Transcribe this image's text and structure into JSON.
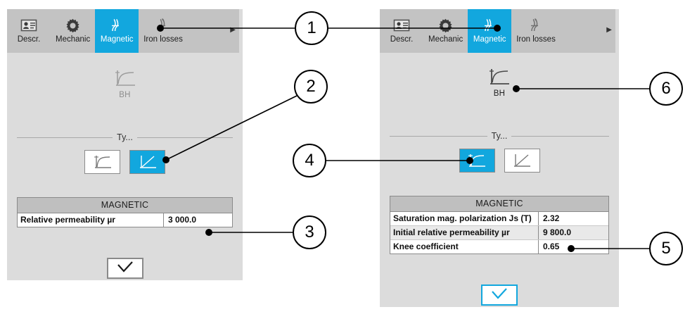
{
  "accent_color": "#12a7de",
  "panel_background": "#dcdcdc",
  "toolbar_background": "#c3c3c3",
  "panels": [
    {
      "id": "left",
      "tabs": [
        {
          "label": "Descr.",
          "icon": "id-card-icon",
          "selected": false
        },
        {
          "label": "Mechanic",
          "icon": "gear-icon",
          "selected": false
        },
        {
          "label": "Magnetic",
          "icon": "hysteresis-icon",
          "selected": true
        },
        {
          "label": "Iron losses",
          "icon": "iron-losses-icon",
          "selected": false
        }
      ],
      "overflow_arrow": "▶",
      "bh": {
        "label": "BH",
        "icon": "bh-curve-icon",
        "enabled": false
      },
      "group": {
        "title": "Ty..."
      },
      "type_buttons": [
        {
          "icon": "saturation-curve-icon",
          "selected": false
        },
        {
          "icon": "linear-slope-icon",
          "selected": true
        }
      ],
      "table": {
        "header": "MAGNETIC",
        "rows": [
          {
            "name": "Relative permeability µr",
            "value": "3 000.0"
          }
        ]
      },
      "validate": {
        "icon": "check-icon",
        "highlighted": false
      }
    },
    {
      "id": "right",
      "tabs": [
        {
          "label": "Descr.",
          "icon": "id-card-icon",
          "selected": false
        },
        {
          "label": "Mechanic",
          "icon": "gear-icon",
          "selected": false
        },
        {
          "label": "Magnetic",
          "icon": "hysteresis-icon",
          "selected": true
        },
        {
          "label": "Iron losses",
          "icon": "iron-losses-icon",
          "selected": false
        }
      ],
      "overflow_arrow": "▶",
      "bh": {
        "label": "BH",
        "icon": "bh-curve-icon",
        "enabled": true
      },
      "group": {
        "title": "Ty..."
      },
      "type_buttons": [
        {
          "icon": "saturation-curve-icon",
          "selected": true
        },
        {
          "icon": "linear-slope-icon",
          "selected": false
        }
      ],
      "table": {
        "header": "MAGNETIC",
        "rows": [
          {
            "name": "Saturation mag. polarization Js (T)",
            "value": "2.32"
          },
          {
            "name": "Initial relative permeability µr",
            "value": "9 800.0"
          },
          {
            "name": "Knee coefficient",
            "value": "0.65"
          }
        ]
      },
      "validate": {
        "icon": "check-icon",
        "highlighted": true
      }
    }
  ],
  "callouts": [
    {
      "number": "1"
    },
    {
      "number": "2"
    },
    {
      "number": "3"
    },
    {
      "number": "4"
    },
    {
      "number": "5"
    },
    {
      "number": "6"
    }
  ]
}
